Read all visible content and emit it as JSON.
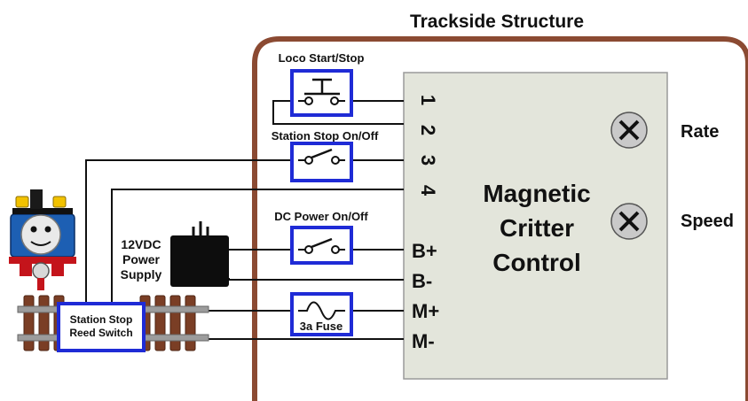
{
  "title": "Trackside Structure",
  "controller": {
    "line1": "Magnetic",
    "line2": "Critter",
    "line3": "Control"
  },
  "terminals": [
    "1",
    "2",
    "3",
    "4",
    "B+",
    "B-",
    "M+",
    "M-"
  ],
  "knobs": {
    "rate": "Rate",
    "speed": "Speed"
  },
  "switches": {
    "loco": "Loco Start/Stop",
    "station": "Station Stop On/Off",
    "dc": "DC Power On/Off",
    "fuse": "3a Fuse"
  },
  "power_supply": {
    "line1": "12VDC",
    "line2": "Power",
    "line3": "Supply"
  },
  "reed_switch": {
    "line1": "Station Stop",
    "line2": "Reed Switch"
  },
  "colors": {
    "structure_border": "#8b4a32",
    "controller_fill": "#e3e5db",
    "switch_border": "#1f2bd6"
  }
}
